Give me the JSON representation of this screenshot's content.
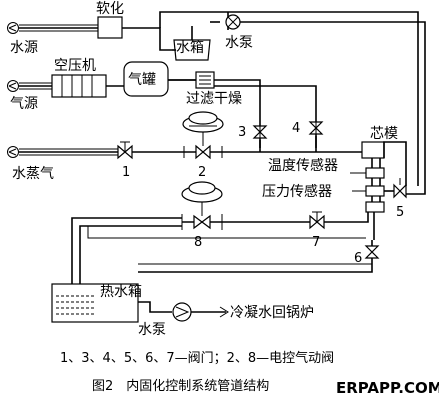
{
  "labels": {
    "water_source": "水源",
    "softening": "软化",
    "water_tank": "水箱",
    "water_pump_top": "水泵",
    "air_compressor": "空压机",
    "air_tank": "气罐",
    "air_source": "气源",
    "filter_dry": "过滤干燥",
    "core_mold": "芯模",
    "steam": "水蒸气",
    "temp_sensor": "温度传感器",
    "pressure_sensor": "压力传感器",
    "hot_water_tank": "热水箱",
    "water_pump_bottom": "水泵",
    "condensate": "冷凝水回锅炉"
  },
  "numbers": {
    "n1": "1",
    "n2": "2",
    "n3": "3",
    "n4": "4",
    "n5": "5",
    "n6": "6",
    "n7": "7",
    "n8": "8"
  },
  "legend": "1、3、4、5、6、7—阀门；2、8—电控气动阀",
  "caption": "图2　内固化控制系统管道结构",
  "watermark": "ERPAPP.COM"
}
